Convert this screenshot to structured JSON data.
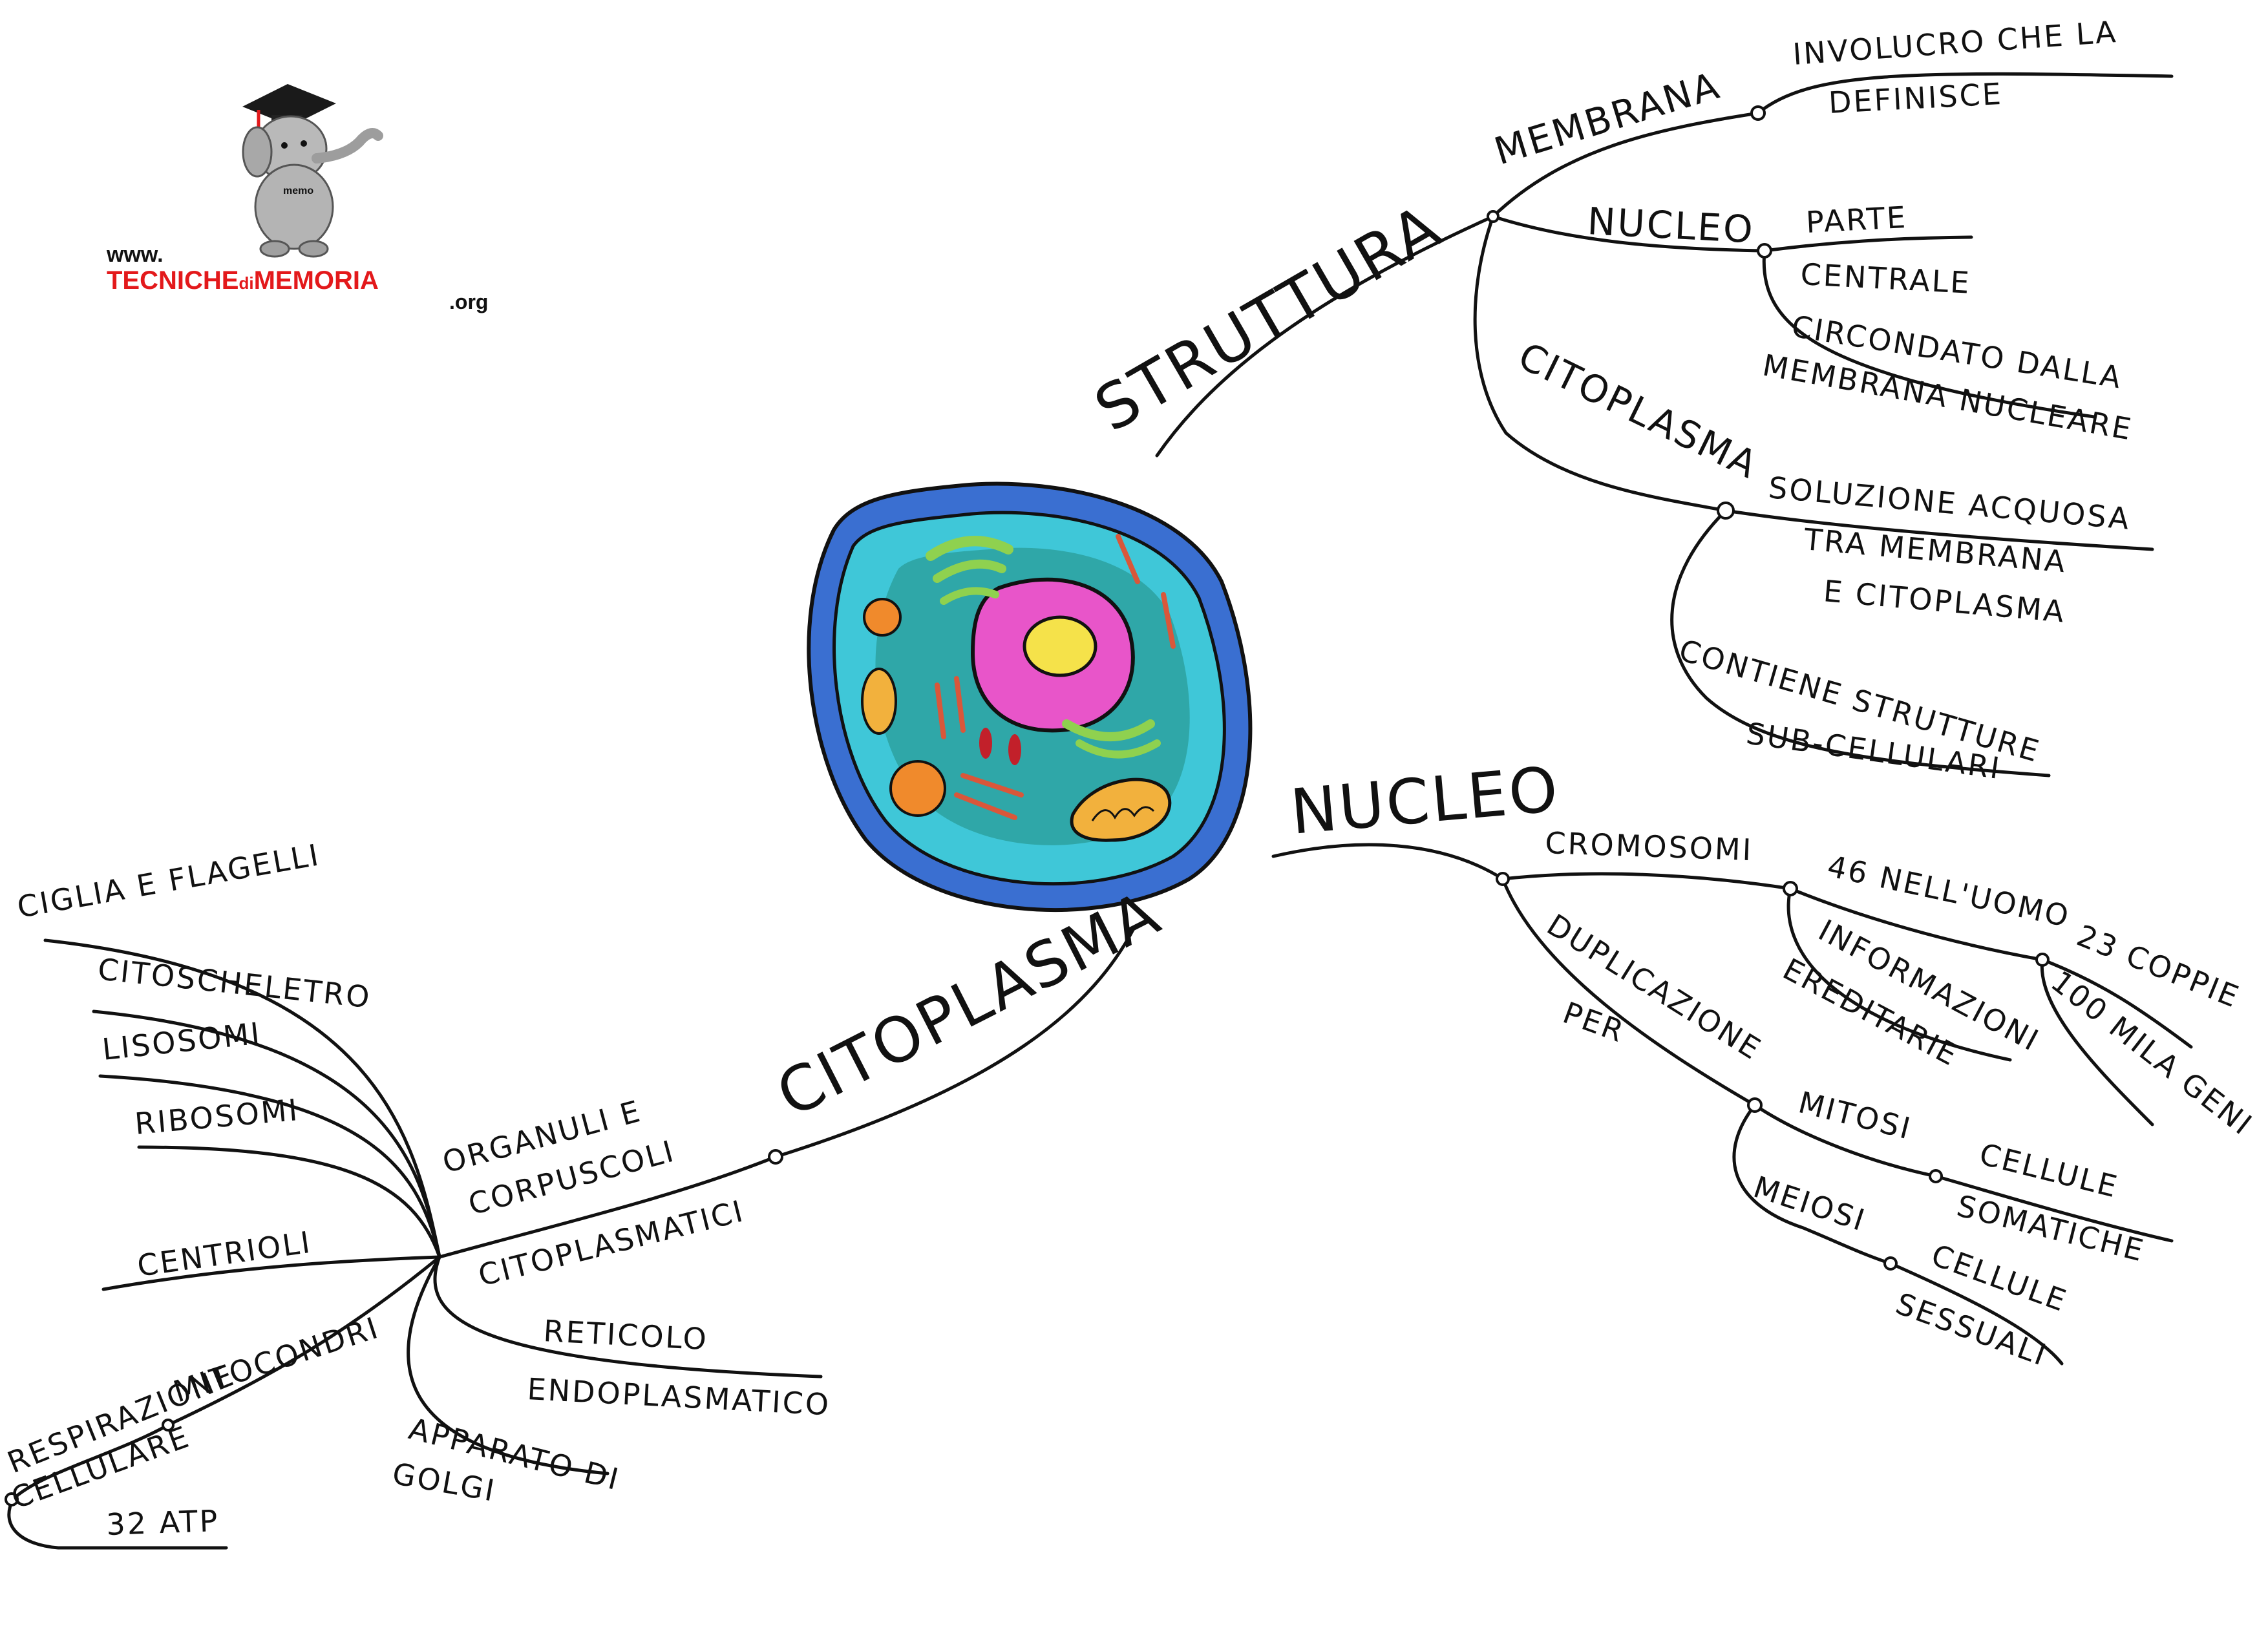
{
  "logo": {
    "prefix": "www.",
    "name_part1": "TECNICHE",
    "name_part2": "di",
    "name_part3": "MEMORIA",
    "suffix": ".org",
    "mascot_label": "memo",
    "colors": {
      "red": "#e3191b",
      "black": "#111111"
    }
  },
  "central_image": "animal-cell-illustration",
  "colors": {
    "line": "#111111",
    "cell_outer": "#3a6fd1",
    "cell_cytoplasm": "#3fc7d8",
    "cell_inner": "#2fa7a8",
    "nucleus": "#e855c9",
    "nucleolus": "#f5e24a",
    "golgi": "#8fd14f",
    "orange_organelle": "#f08a2c",
    "mitochondria": "#f2b13d"
  },
  "branches": {
    "struttura": {
      "label": "STRUTTURA",
      "membrana": {
        "label": "MEMBRANA",
        "line1": "INVOLUCRO CHE LA",
        "line2": "DEFINISCE"
      },
      "nucleo": {
        "label": "NUCLEO",
        "line1": "PARTE",
        "line2": "CENTRALE",
        "line3": "CIRCONDATO DALLA",
        "line4": "MEMBRANA NUCLEARE"
      },
      "citoplasma": {
        "label": "CITOPLASMA",
        "line1": "SOLUZIONE ACQUOSA",
        "line2": "TRA MEMBRANA",
        "line3": "E CITOPLASMA",
        "line4": "CONTIENE STRUTTURE",
        "line5": "SUB-CELLULARI"
      }
    },
    "nucleo": {
      "label": "NUCLEO",
      "cromosomi": "CROMOSOMI",
      "count": "46 NELL'UOMO",
      "coppie": "23 COPPIE",
      "geni": "100 MILA GENI",
      "info1": "INFORMAZIONI",
      "info2": "EREDITARIE",
      "dup1": "DUPLICAZIONE",
      "dup2": "PER",
      "mitosi": "MITOSI",
      "mitosi_res1": "CELLULE",
      "mitosi_res2": "SOMATICHE",
      "meiosi": "MEIOSI",
      "meiosi_res1": "CELLULE",
      "meiosi_res2": "SESSUALI"
    },
    "citoplasma": {
      "label": "CITOPLASMA",
      "organuli1": "ORGANULI E",
      "organuli2": "CORPUSCOLI",
      "organuli3": "CITOPLASMATICI",
      "ciglia": "CIGLIA E FLAGELLI",
      "citoscheletro": "CITOSCHELETRO",
      "lisosomi": "LISOSOMI",
      "ribosomi": "RIBOSOMI",
      "centrioli": "CENTRIOLI",
      "reticolo1": "RETICOLO",
      "reticolo2": "ENDOPLASMATICO",
      "golgi1": "APPARATO DI",
      "golgi2": "GOLGI",
      "mitocondri": "MITOCONDRI",
      "respirazione1": "RESPIRAZIONE",
      "respirazione2": "CELLULARE",
      "atp": "32 ATP"
    }
  }
}
